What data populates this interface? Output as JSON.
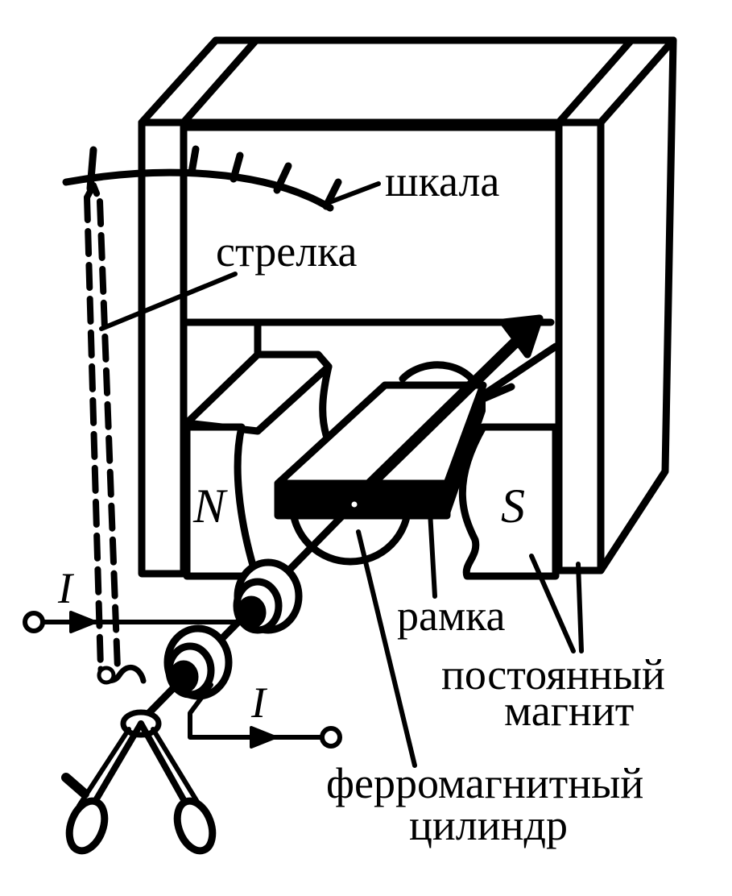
{
  "labels": {
    "scale": "шкала",
    "pointer": "стрелка",
    "frame": "рамка",
    "magnet_line1": "постоянный",
    "magnet_line2": "магнит",
    "cylinder_line1": "ферромагнитный",
    "cylinder_line2": "цилиндр",
    "pole_north": "N",
    "pole_south": "S",
    "current_in": "I",
    "current_out": "I"
  },
  "colors": {
    "ink": "#000000",
    "paper": "#ffffff"
  }
}
